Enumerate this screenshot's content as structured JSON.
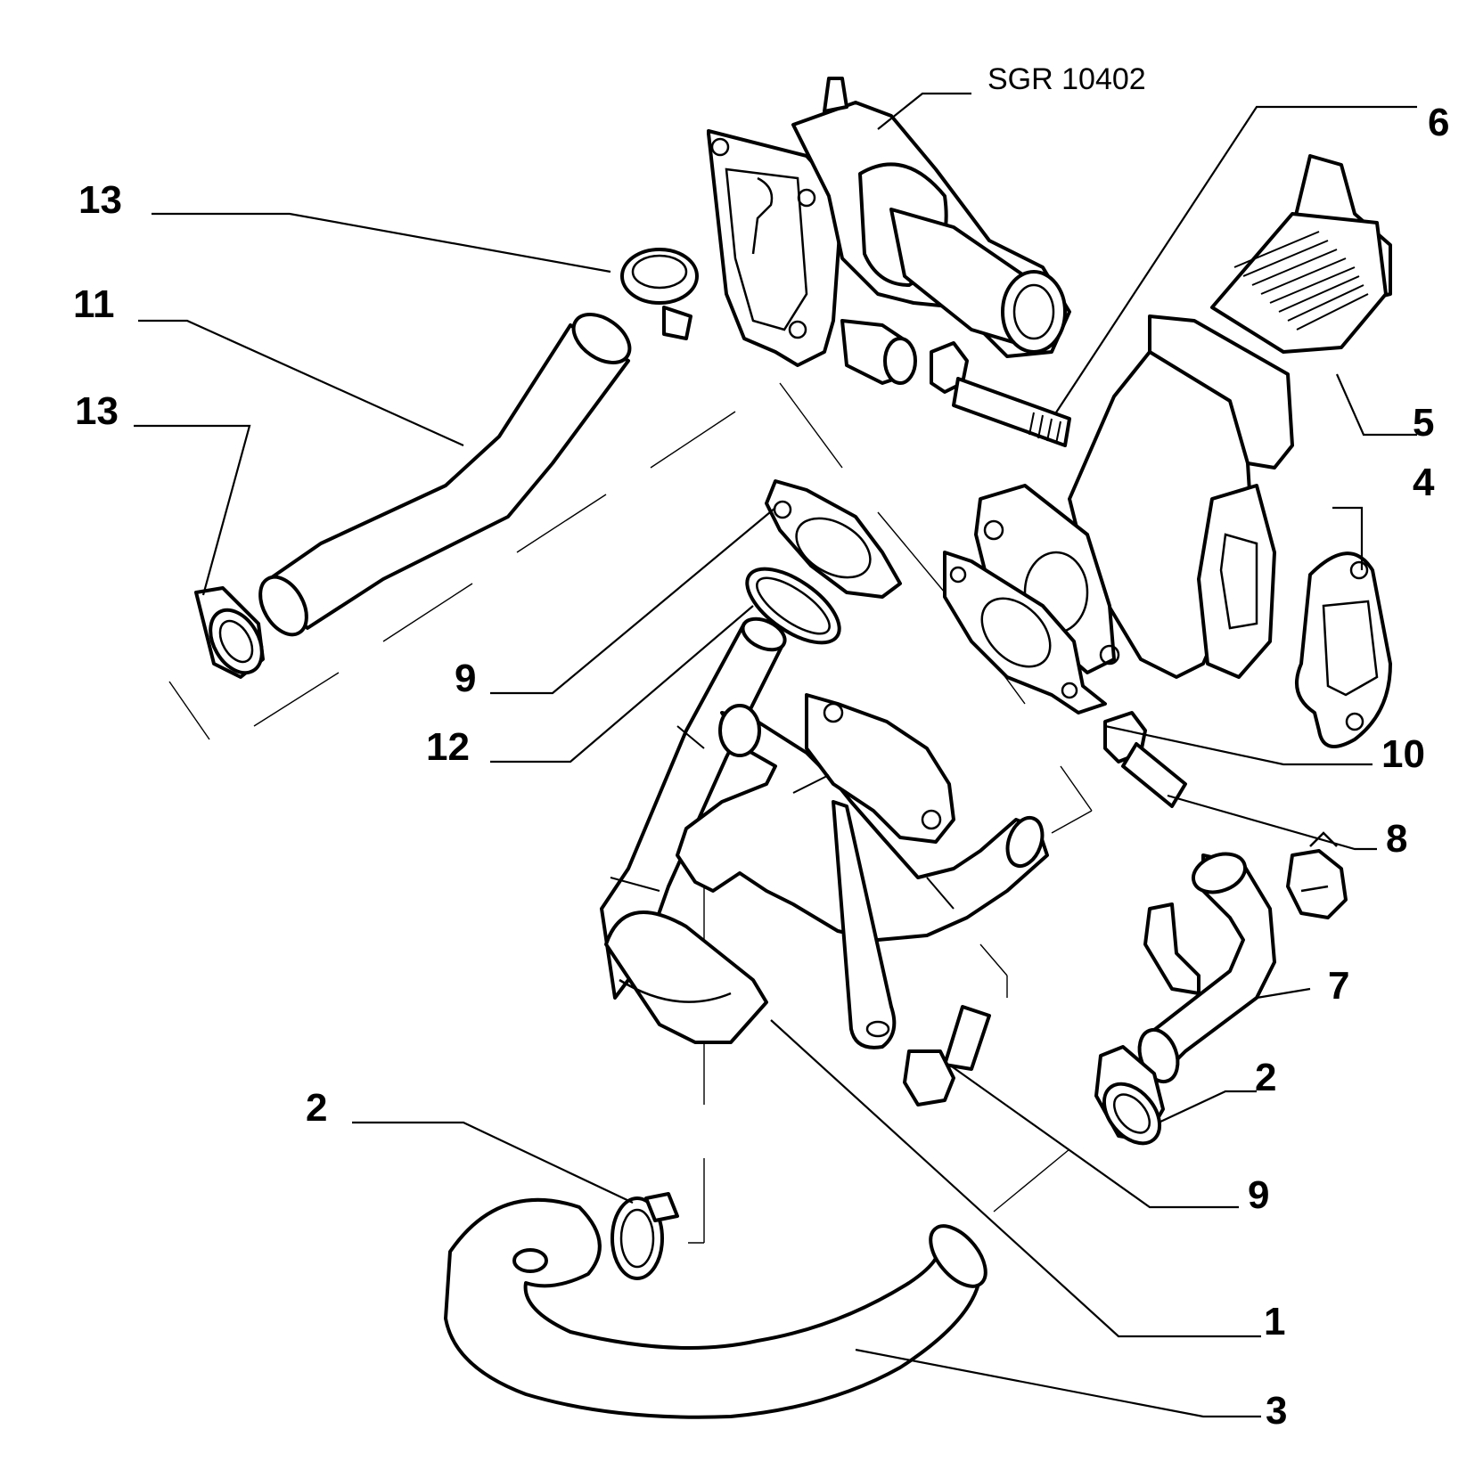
{
  "reference_code": "SGR 10402",
  "callouts": [
    {
      "id": "c1",
      "text": "1"
    },
    {
      "id": "c2a",
      "text": "2"
    },
    {
      "id": "c2b",
      "text": "2"
    },
    {
      "id": "c3",
      "text": "3"
    },
    {
      "id": "c4",
      "text": "4"
    },
    {
      "id": "c5",
      "text": "5"
    },
    {
      "id": "c6",
      "text": "6"
    },
    {
      "id": "c7",
      "text": "7"
    },
    {
      "id": "c8",
      "text": "8"
    },
    {
      "id": "c9a",
      "text": "9"
    },
    {
      "id": "c9b",
      "text": "9"
    },
    {
      "id": "c10",
      "text": "10"
    },
    {
      "id": "c11",
      "text": "11"
    },
    {
      "id": "c12",
      "text": "12"
    },
    {
      "id": "c13a",
      "text": "13"
    },
    {
      "id": "c13b",
      "text": "13"
    }
  ]
}
